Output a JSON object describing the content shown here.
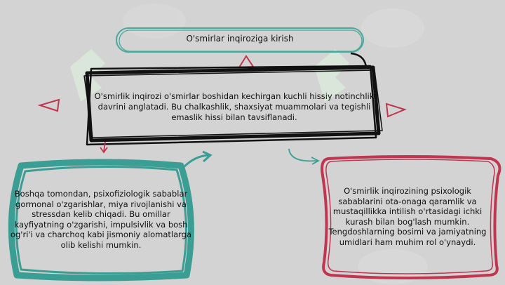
{
  "nodes": {
    "title": {
      "text": "O'smirlar inqiroziga kirish",
      "border_color": "#4aa89c"
    },
    "center": {
      "text": "O'smirlik inqirozi o'smirlar boshidan kechirgan kuchli hissiy notinchlik davrini anglatadi. Bu chalkashlik, shaxsiyat muammolari va tegishli emaslik hissi bilan tavsiflanadi.",
      "border_color": "#111111"
    },
    "left": {
      "text": "Boshqa tomondan, psixofiziologik sabablar gormonal o'zgarishlar, miya rivojlanishi va stressdan kelib chiqadi. Bu omillar kayfiyatning o'zgarishi, impulsivlik va bosh og'ri'i va charchoq kabi jismoniy alomatlarga olib kelishi mumkin.",
      "border_color": "#3a9e94"
    },
    "right": {
      "text": "O'smirlik inqirozining psixologik sabablarini ota-onaga qaramlik va mustaqillikka intilish o'rtasidagi ichki kurash bilan bog'lash mumkin. Tengdoshlarning bosimi va jamiyatning umidlari ham muhim rol o'ynaydi.",
      "border_color": "#c0354f"
    }
  },
  "colors": {
    "background": "#d3d3d3",
    "accent_red": "#c0354f",
    "accent_teal": "#3a9e94",
    "watermark_green": "#d8f0d8"
  }
}
